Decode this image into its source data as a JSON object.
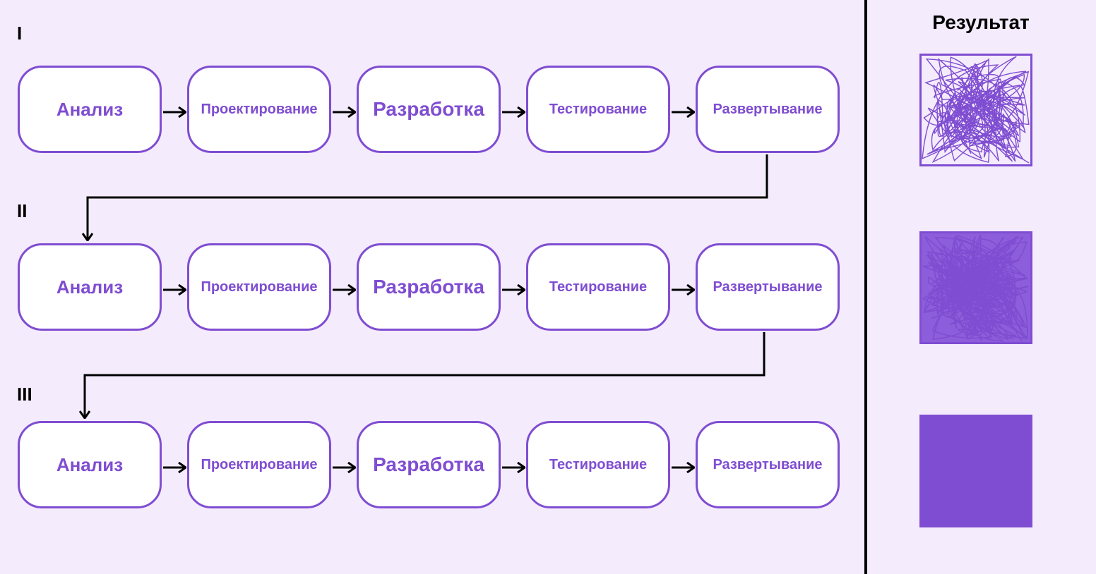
{
  "colors": {
    "background": "#f4ebfc",
    "accent": "#7f4dd1",
    "box_fill": "#ffffff",
    "line": "#000000"
  },
  "result_title": "Результат",
  "iterations": [
    {
      "label": "I",
      "result_fill": "sketch-sparse",
      "stages": [
        "Анализ",
        "Проектирование",
        "Разработка",
        "Тестирование",
        "Развертывание"
      ]
    },
    {
      "label": "II",
      "result_fill": "sketch-dense",
      "stages": [
        "Анализ",
        "Проектирование",
        "Разработка",
        "Тестирование",
        "Развертывание"
      ]
    },
    {
      "label": "III",
      "result_fill": "solid",
      "stages": [
        "Анализ",
        "Проектирование",
        "Разработка",
        "Тестирование",
        "Развертывание"
      ]
    }
  ]
}
